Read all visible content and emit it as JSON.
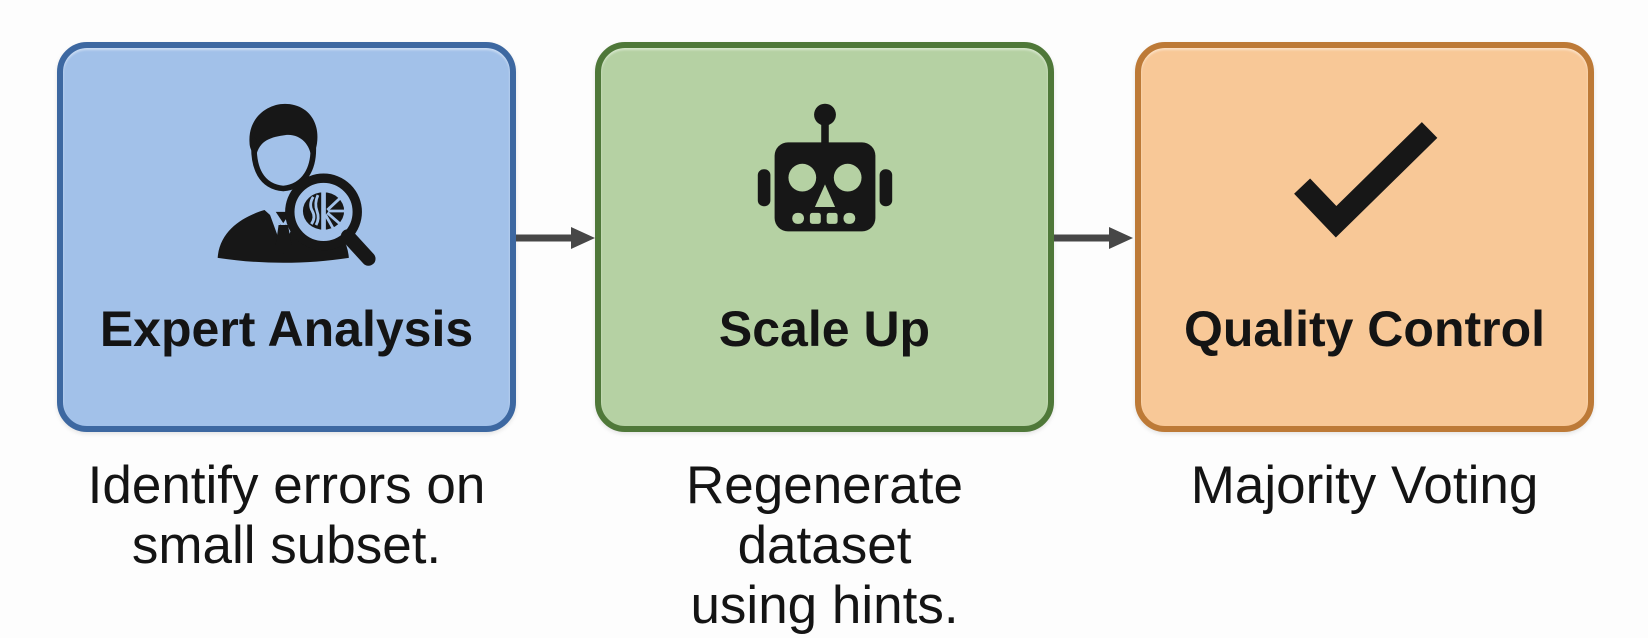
{
  "diagram": {
    "background_color": "#fdfdfd",
    "text_color": "#141414",
    "icon_color": "#171717",
    "arrow": {
      "name": "right-arrow",
      "color": "#474747"
    },
    "stages": [
      {
        "label": "Expert Analysis",
        "caption": "Identify errors on\nsmall subset.",
        "icon": "person-with-magnifier-brain-icon",
        "fill_color": "#a2c1e9",
        "border_color": "#3d68a1"
      },
      {
        "label": "Scale Up",
        "caption": "Regenerate dataset\nusing hints.",
        "icon": "robot-icon",
        "fill_color": "#b5d1a3",
        "border_color": "#4f7839"
      },
      {
        "label": "Quality Control",
        "caption": "Majority Voting",
        "icon": "checkmark-icon",
        "fill_color": "#f8c897",
        "border_color": "#bd7a37"
      }
    ]
  }
}
